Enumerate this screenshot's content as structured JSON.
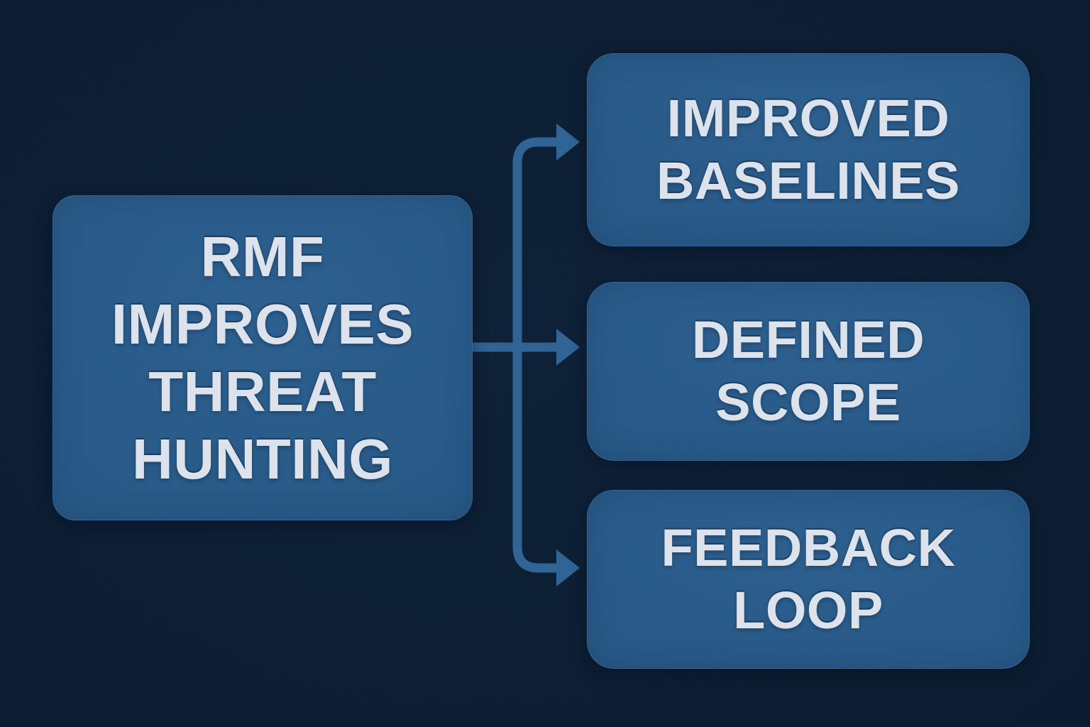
{
  "diagram": {
    "description": "Flow diagram showing how RMF improves threat hunting, branching to three benefits",
    "main_node": {
      "label": "RMF IMPROVES THREAT HUNTING",
      "label_lines": [
        "RMF",
        "IMPROVES",
        "THREAT",
        "HUNTING"
      ]
    },
    "children": [
      {
        "id": "improved-baselines",
        "label": "IMPROVED BASELINES",
        "label_lines": [
          "IMPROVED",
          "BASELINES"
        ]
      },
      {
        "id": "defined-scope",
        "label": "DEFINED SCOPE",
        "label_lines": [
          "DEFINED",
          "SCOPE"
        ]
      },
      {
        "id": "feedback-loop",
        "label": "FEEDBACK LOOP",
        "label_lines": [
          "FEEDBACK",
          "LOOP"
        ]
      }
    ],
    "colors": {
      "background": "#0a1b2f",
      "node_fill": "#265886",
      "node_text": "#dce3ec",
      "arrow": "#2e6394"
    }
  }
}
